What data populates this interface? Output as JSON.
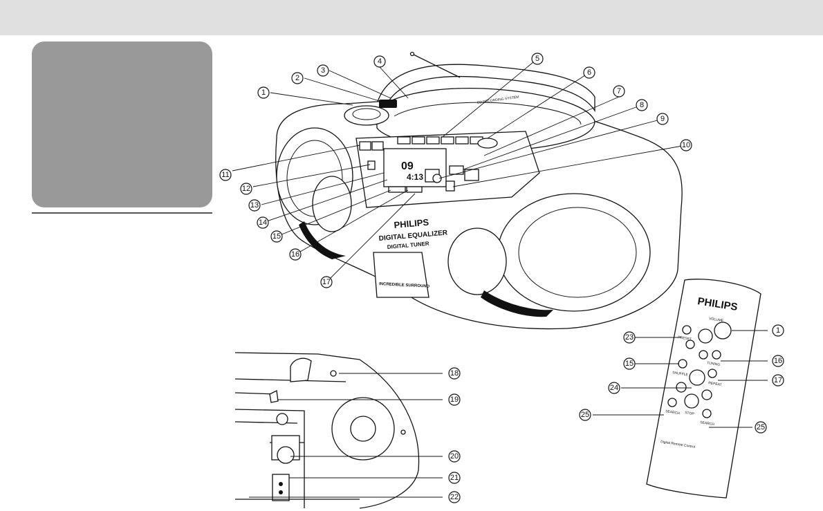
{
  "device": {
    "brand": "PHILIPS",
    "front_label_1": "DIGITAL EQUALIZER",
    "front_label_2": "DIGITAL TUNER",
    "badge": "INCREDIBLE SURROUND",
    "lid_text": "CD RECORDING SYSTEM"
  },
  "remote": {
    "brand": "PHILIPS",
    "volume": "VOLUME",
    "preset": "PRESET",
    "tuning": "TUNING",
    "shuffle": "SHUFFLE",
    "repeat": "REPEAT",
    "stop": "STOP",
    "search_left": "SEARCH",
    "search_right": "SEARCH",
    "footer": "Digital Remote Control"
  },
  "callouts": [
    "1",
    "2",
    "3",
    "4",
    "5",
    "6",
    "7",
    "8",
    "9",
    "10",
    "11",
    "12",
    "13",
    "14",
    "15",
    "16",
    "17",
    "18",
    "19",
    "20",
    "21",
    "22",
    "23",
    "15",
    "16",
    "1",
    "24",
    "17",
    "25",
    "25"
  ]
}
